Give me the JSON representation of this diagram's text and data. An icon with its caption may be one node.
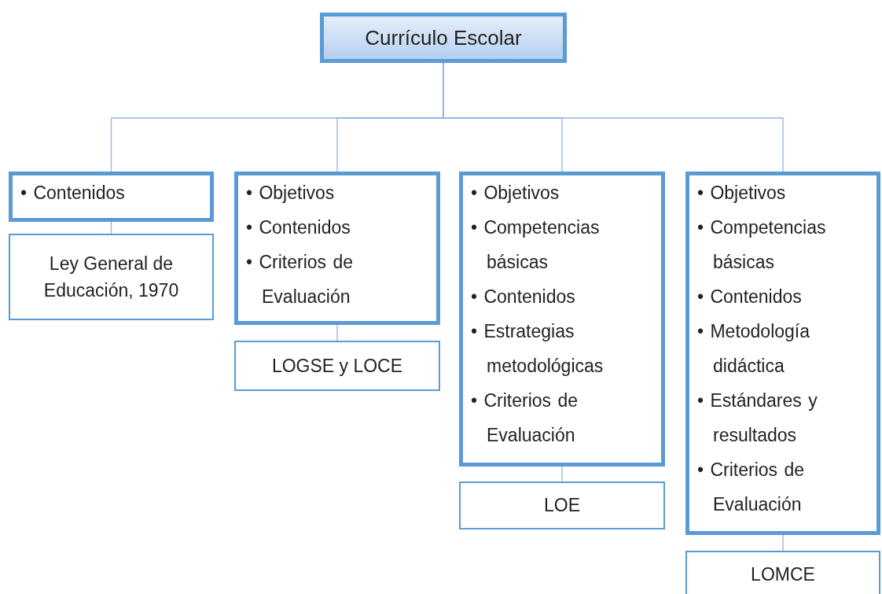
{
  "diagram": {
    "nodes": [
      {
        "text": [
          "Currículo Escolar"
        ]
      },
      {
        "text": [
          "• Contenidos"
        ]
      },
      {
        "text": [
          "Ley General de Educación, 1970"
        ]
      },
      {
        "text": [
          "• Objetivos",
          "• Contenidos",
          "• Criterios de Evaluación"
        ]
      },
      {
        "text": [
          "LOGSE y LOCE"
        ]
      },
      {
        "text": [
          "• Objetivos",
          "• Competencias básicas",
          "• Contenidos",
          "• Estrategias metodológicas",
          "• Criterios de Evaluación"
        ]
      },
      {
        "text": [
          "LOE"
        ]
      },
      {
        "text": [
          "• Objetivos",
          "• Competencias básicas",
          "• Contenidos",
          "• Metodología didáctica",
          "• Estándares y resultados",
          "• Criterios de Evaluación"
        ]
      },
      {
        "text": [
          "LOMCE"
        ]
      }
    ],
    "edges": [
      {
        "from": 0,
        "to": 1,
        "arrow": "none"
      },
      {
        "from": 0,
        "to": 3,
        "arrow": "none"
      },
      {
        "from": 0,
        "to": 5,
        "arrow": "none"
      },
      {
        "from": 0,
        "to": 7,
        "arrow": "none"
      },
      {
        "from": 1,
        "to": 2,
        "arrow": "none"
      },
      {
        "from": 3,
        "to": 4,
        "arrow": "none"
      },
      {
        "from": 5,
        "to": 6,
        "arrow": "none"
      },
      {
        "from": 7,
        "to": 8,
        "arrow": "none"
      }
    ]
  }
}
